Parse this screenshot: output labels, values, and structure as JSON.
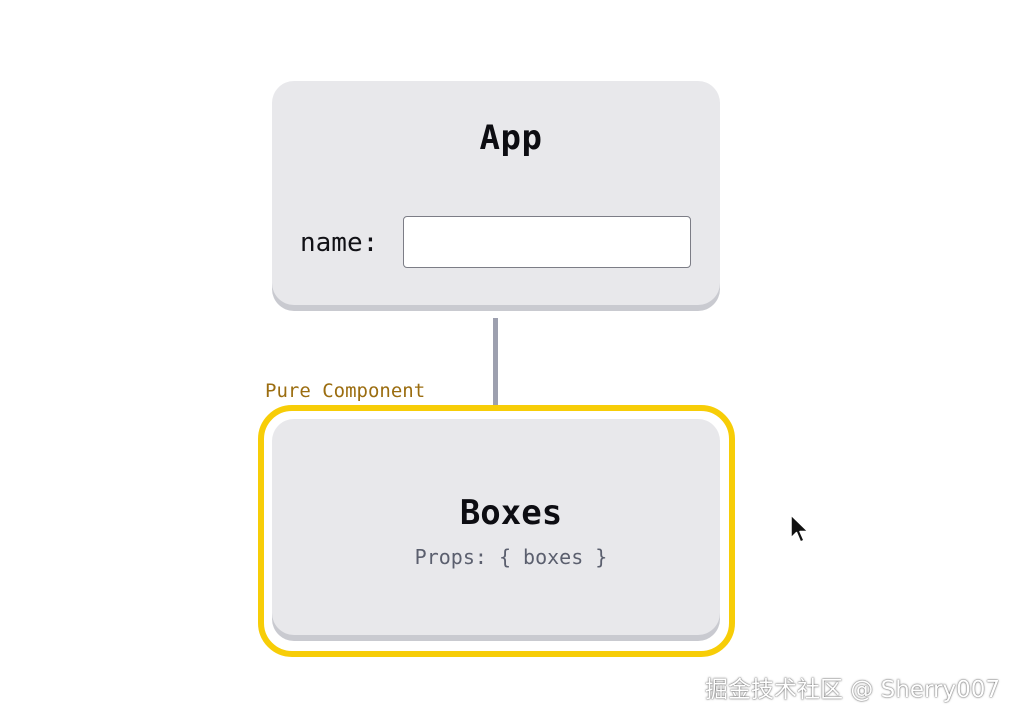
{
  "app_component": {
    "title": "App",
    "name_label": "name:",
    "name_input_value": "",
    "name_input_placeholder": ""
  },
  "boxes_component": {
    "annotation": "Pure Component",
    "title": "Boxes",
    "props": "Props: { boxes }"
  },
  "watermark": "掘金技术社区 @ Sherry007",
  "colors": {
    "card_background": "#e8e8eb",
    "card_shadow": "#c9cad0",
    "highlight": "#f7cd07",
    "annotation_text": "#9b6d10",
    "connector": "#9da0af",
    "props_text": "#5b5f6e"
  },
  "icons": {
    "cursor": "mouse-pointer-icon"
  }
}
